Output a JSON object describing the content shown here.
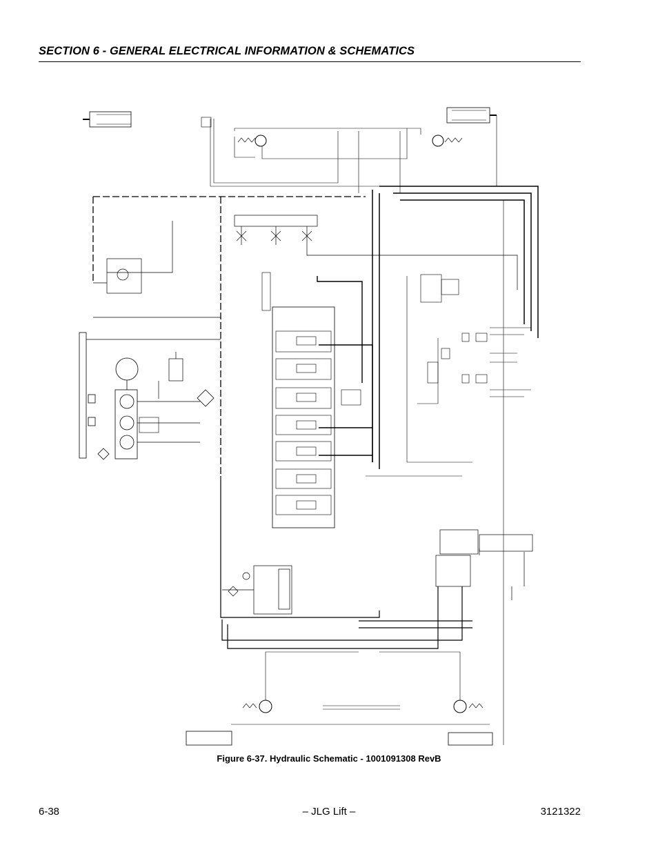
{
  "header": {
    "section_title": "SECTION 6 - GENERAL ELECTRICAL INFORMATION & SCHEMATICS"
  },
  "figure": {
    "caption": "Figure 6-37.  Hydraulic Schematic - 1001091308 RevB"
  },
  "footer": {
    "page_number": "6-38",
    "center_text": "– JLG Lift –",
    "doc_number": "3121322"
  }
}
